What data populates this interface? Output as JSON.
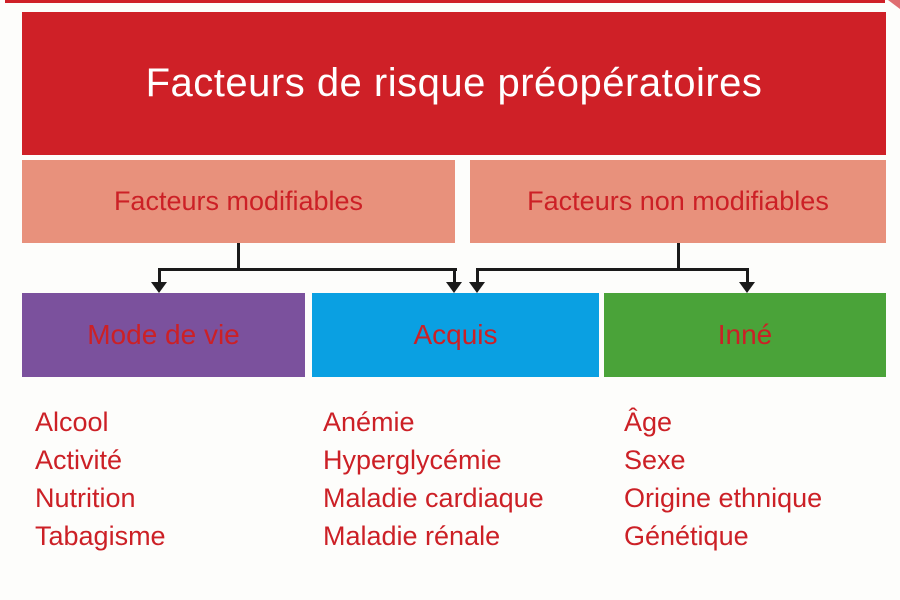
{
  "diagram": {
    "title": "Facteurs de risque préopératoires",
    "branches": [
      {
        "label": "Facteurs modifiables"
      },
      {
        "label": "Facteurs non modifiables"
      }
    ],
    "categories": [
      {
        "label": "Mode de vie",
        "color": "#7b519d",
        "items": [
          "Alcool",
          "Activité",
          "Nutrition",
          "Tabagisme"
        ]
      },
      {
        "label": "Acquis",
        "color": "#0aa0e2",
        "items": [
          "Anémie",
          "Hyperglycémie",
          "Maladie cardiaque",
          "Maladie rénale"
        ]
      },
      {
        "label": "Inné",
        "color": "#4aa339",
        "items": [
          "Âge",
          "Sexe",
          "Origine ethnique",
          "Génétique"
        ]
      }
    ],
    "colors": {
      "header_bg": "#cf2027",
      "header_text": "#ffffff",
      "branch_bg": "#e8917c",
      "accent_text": "#cc2026",
      "connector": "#1a1a1a",
      "background": "#fdfdfb"
    }
  }
}
